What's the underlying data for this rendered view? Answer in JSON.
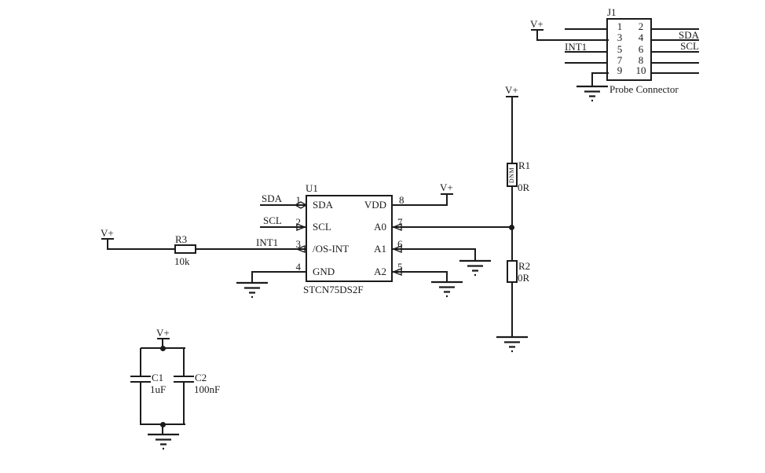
{
  "schematic": {
    "nets": {
      "v_plus": "V+",
      "sda": "SDA",
      "scl": "SCL",
      "int1": "INT1"
    },
    "connector": {
      "ref": "J1",
      "title": "Probe Connector",
      "pins_left": [
        "1",
        "3",
        "5",
        "7",
        "9"
      ],
      "pins_right": [
        "2",
        "4",
        "6",
        "8",
        "10"
      ]
    },
    "ic": {
      "ref": "U1",
      "part": "STCN75DS2F",
      "pin1": {
        "num": "1",
        "name": "SDA"
      },
      "pin2": {
        "num": "2",
        "name": "SCL"
      },
      "pin3": {
        "num": "3",
        "name": "/OS-INT"
      },
      "pin4": {
        "num": "4",
        "name": "GND"
      },
      "pin5": {
        "num": "5",
        "name": "A2"
      },
      "pin6": {
        "num": "6",
        "name": "A1"
      },
      "pin7": {
        "num": "7",
        "name": "A0"
      },
      "pin8": {
        "num": "8",
        "name": "VDD"
      }
    },
    "r1": {
      "ref": "R1",
      "value": "0R",
      "note": "DNM"
    },
    "r2": {
      "ref": "R2",
      "value": "0R"
    },
    "r3": {
      "ref": "R3",
      "value": "10k"
    },
    "c1": {
      "ref": "C1",
      "value": "1uF"
    },
    "c2": {
      "ref": "C2",
      "value": "100nF"
    }
  }
}
